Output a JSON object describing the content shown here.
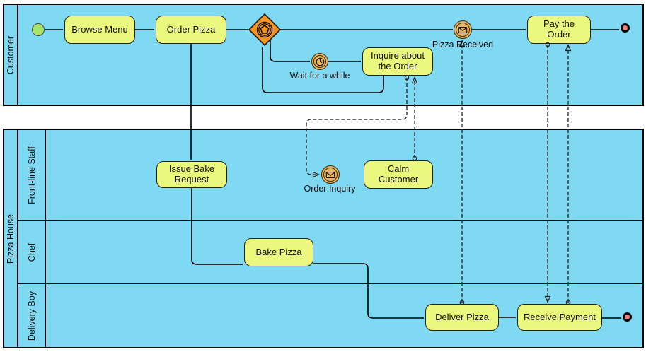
{
  "colors": {
    "pool_fill": "#7FD9F2",
    "task_fill": "#ECF77D",
    "task_border": "#222222",
    "start_fill": "#A9E36C",
    "end_fill": "#F28087",
    "event_fill": "#E9B45F",
    "gateway_fill": "#F6921E"
  },
  "pools": {
    "customer": {
      "label": "Customer"
    },
    "pizza_house": {
      "label": "Pizza House",
      "lanes": [
        {
          "label": "Front-line Staff"
        },
        {
          "label": "Chef"
        },
        {
          "label": "Delivery Boy"
        }
      ]
    }
  },
  "nodes": {
    "browse_menu": {
      "label": "Browse Menu"
    },
    "order_pizza": {
      "label": "Order Pizza"
    },
    "inquire_order": {
      "label": "Inquire about the Order"
    },
    "pay_order": {
      "label": "Pay the Order"
    },
    "issue_bake": {
      "label": "Issue Bake Request"
    },
    "calm_customer": {
      "label": "Calm Customer"
    },
    "bake_pizza": {
      "label": "Bake Pizza"
    },
    "deliver_pizza": {
      "label": "Deliver Pizza"
    },
    "receive_payment": {
      "label": "Receive Payment"
    }
  },
  "event_labels": {
    "wait": {
      "label": "Wait for a while"
    },
    "pizza_received": {
      "label": "Pizza Received"
    },
    "order_inquiry": {
      "label": "Order Inquiry"
    }
  }
}
